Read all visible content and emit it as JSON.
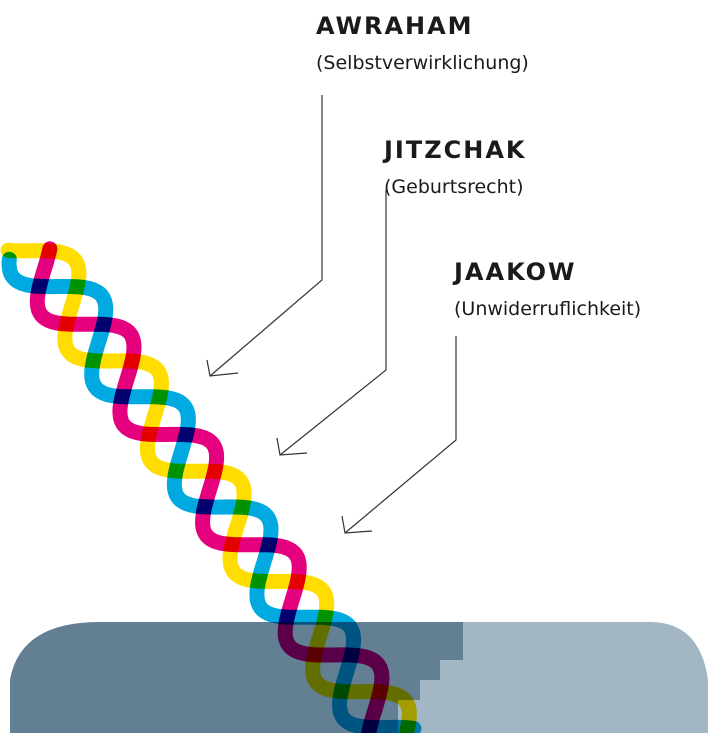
{
  "labels": [
    {
      "name": "AWRAHAM",
      "subtitle": "(Selbstverwirklichung)"
    },
    {
      "name": "JITZCHAK",
      "subtitle": "(Geburtsrecht)"
    },
    {
      "name": "JAAKOW",
      "subtitle": "(Unwiderruflichkeit)"
    }
  ],
  "strands": [
    {
      "color": "yellow-strand",
      "hex": "#ffdd00"
    },
    {
      "color": "cyan-strand",
      "hex": "#00a9e0"
    },
    {
      "color": "magenta-strand",
      "hex": "#e5007e"
    }
  ],
  "ground": {
    "dark_hex": "#637f94",
    "light_hex": "#a2b6c4"
  }
}
